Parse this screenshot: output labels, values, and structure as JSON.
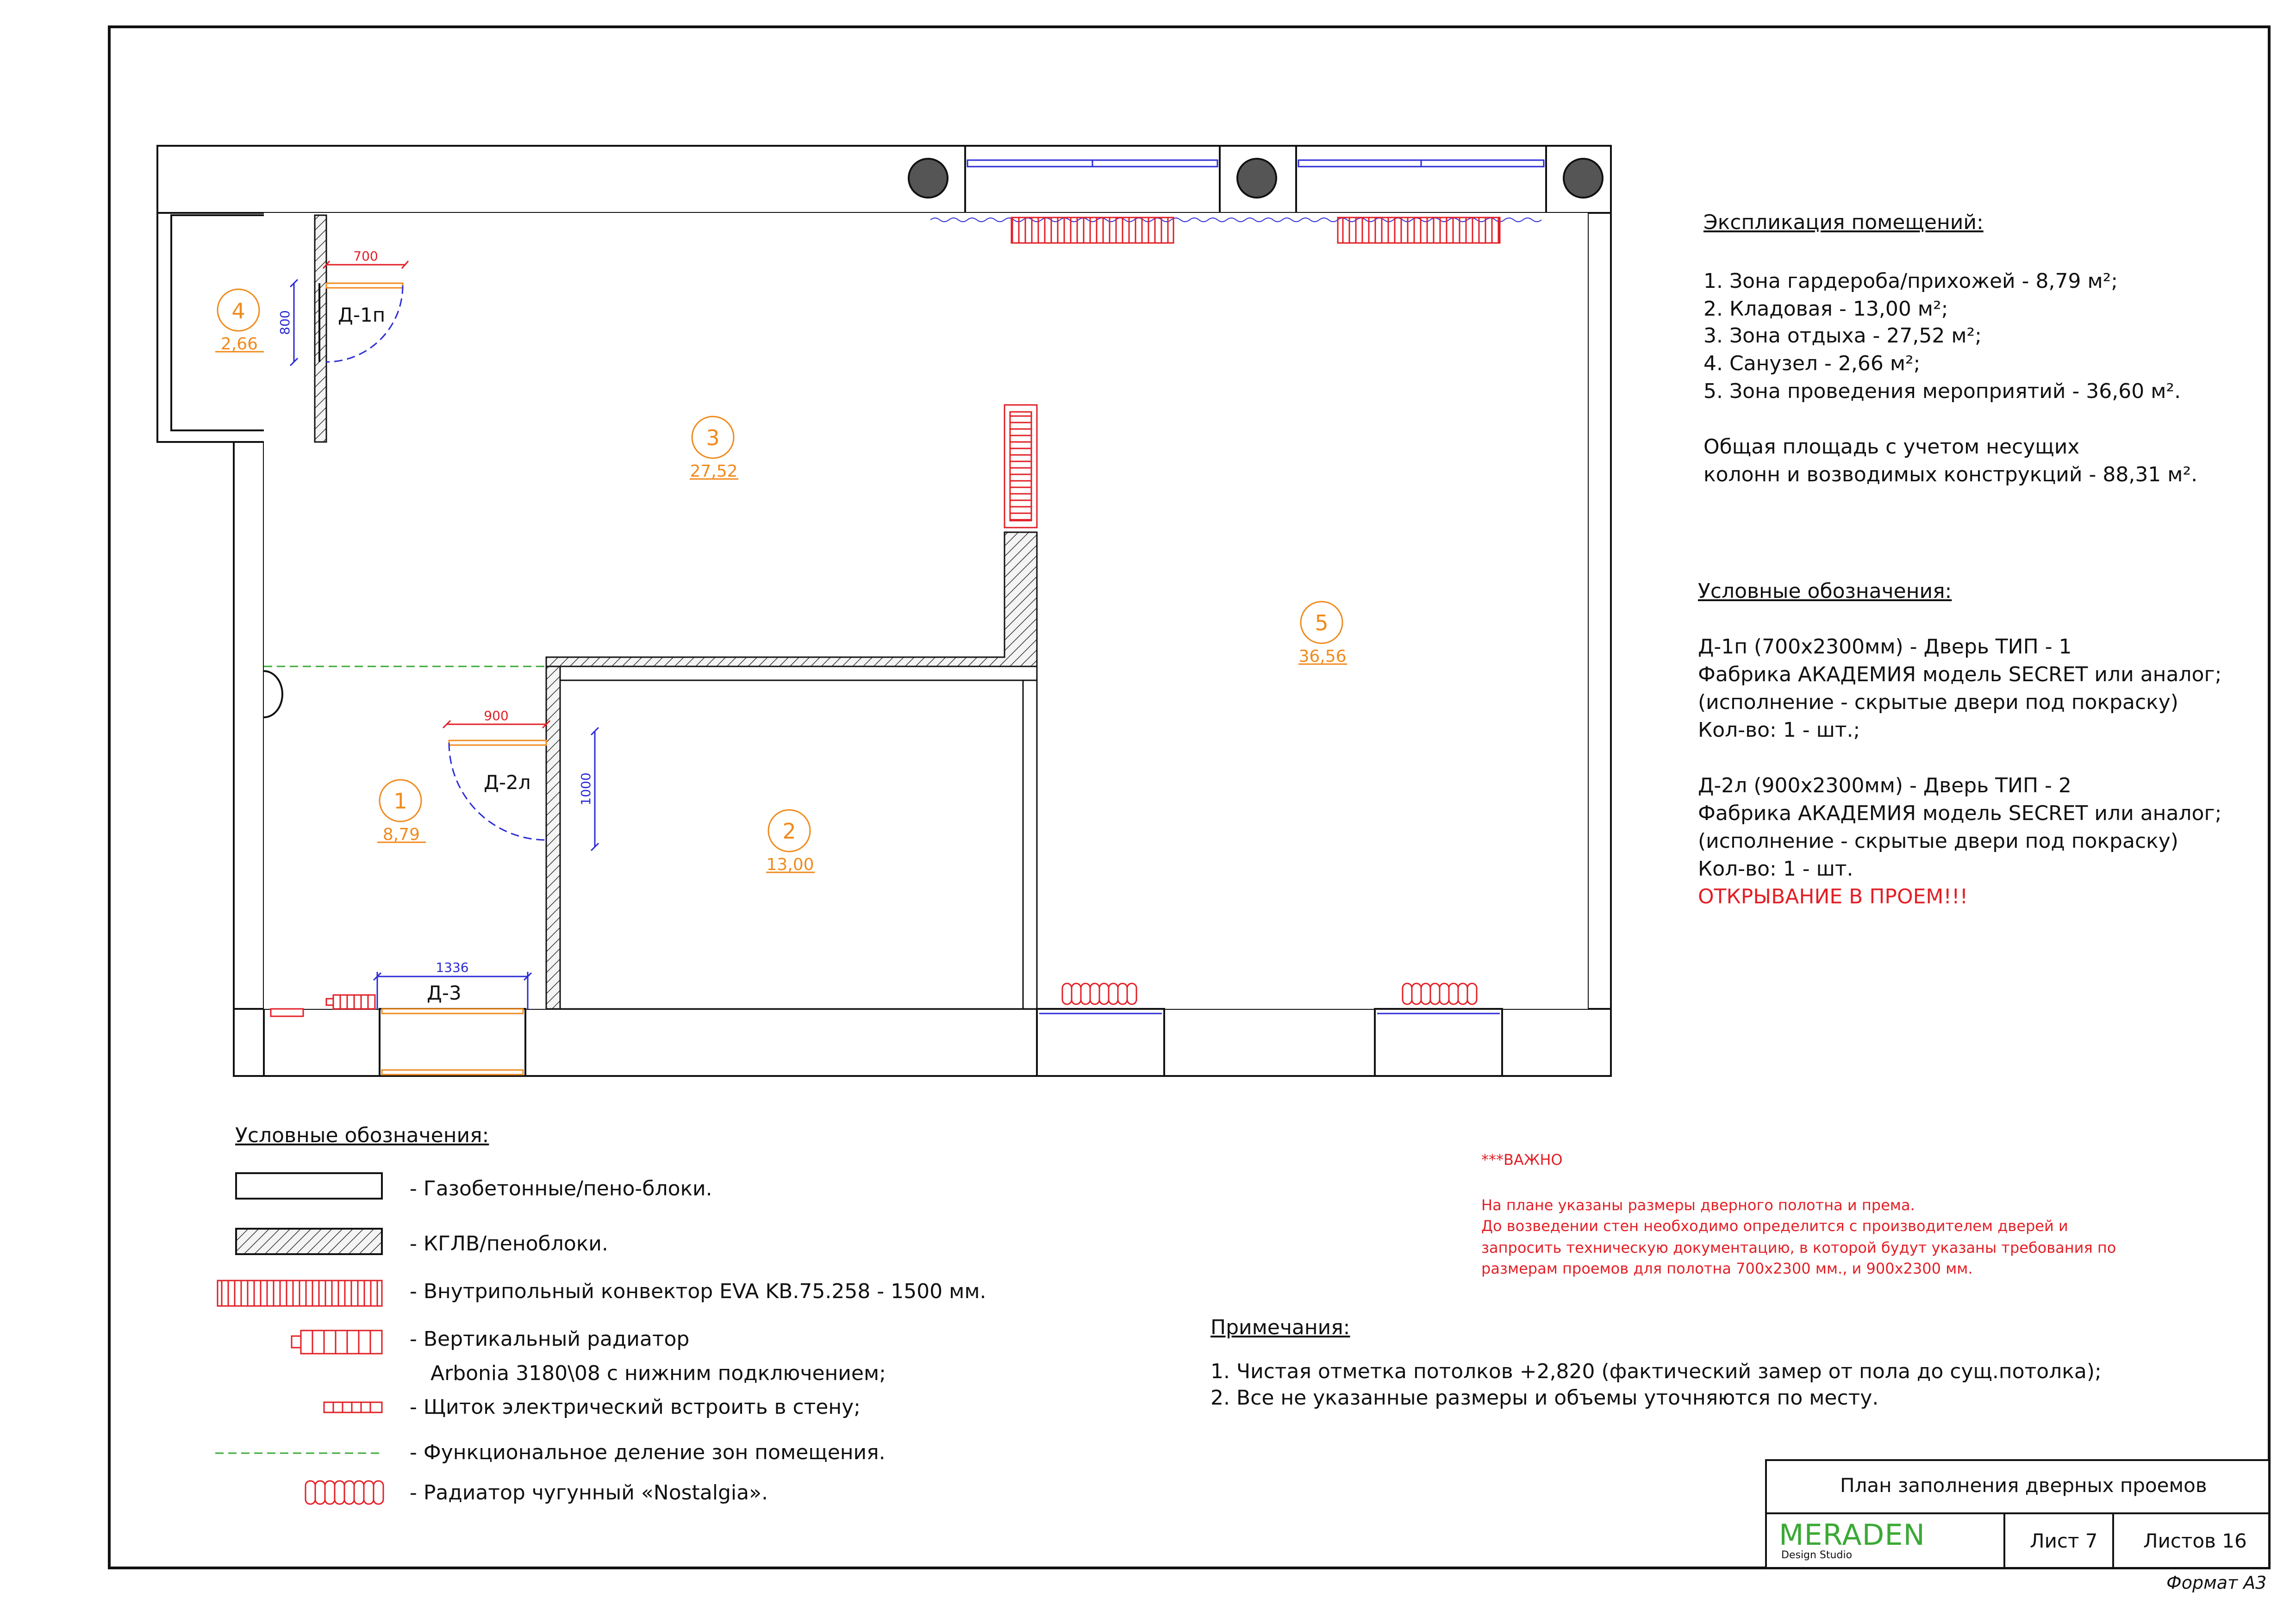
{
  "rooms": [
    {
      "number": "1",
      "area": "8,79"
    },
    {
      "number": "2",
      "area": "13,00"
    },
    {
      "number": "3",
      "area": "27,52"
    },
    {
      "number": "4",
      "area": "2,66"
    },
    {
      "number": "5",
      "area": "36,56"
    }
  ],
  "doors": {
    "d1": {
      "label": "Д-1п",
      "width_dim": "700",
      "depth_dim": "800"
    },
    "d2": {
      "label": "Д-2л",
      "width_dim": "900",
      "depth_dim": "1000"
    },
    "d3": {
      "label": "Д-3",
      "width_dim": "1336"
    }
  },
  "explication": {
    "title": "Экспликация помещений:",
    "items": [
      "1. Зона гардероба/прихожей - 8,79 м²;",
      "2. Кладовая - 13,00 м²;",
      "3. Зона отдыха - 27,52 м²;",
      "4. Санузел - 2,66 м²;",
      "5. Зона проведения мероприятий - 36,60 м²."
    ],
    "total_line1": "Общая площадь с учетом несущих",
    "total_line2": "колонн и возводимых конструкций  - 88,31 м²."
  },
  "door_legend": {
    "title": "Условные обозначения:",
    "lines": [
      "Д-1п (700х2300мм) - Дверь ТИП - 1",
      "Фабрика АКАДЕМИЯ модель SECRET или аналог;",
      "(исполнение - скрытые двери под  покраску)",
      "Кол-во: 1 - шт.;",
      "",
      "Д-2л (900х2300мм) - Дверь ТИП - 2",
      "Фабрика АКАДЕМИЯ модель SECRET или аналог;",
      "(исполнение - скрытые двери под  покраску)",
      "Кол-во: 1 - шт."
    ],
    "warning": "ОТКРЫВАНИЕ В ПРОЕМ!!!"
  },
  "legend": {
    "title": "Условные обозначения:",
    "items": [
      "- Газобетонные/пено-блоки.",
      "- КГЛВ/пеноблоки.",
      "- Внутрипольный конвектор EVA KB.75.258 - 1500 мм.",
      "- Вертикальный радиатор",
      "Arbonia 3180\\08 с нижним подключением;",
      "- Щиток электрический встроить в стену;",
      "- Функциональное деление зон помещения.",
      "- Радиатор чугунный «Nostalgia»."
    ]
  },
  "important": {
    "title": "***ВАЖНО",
    "lines": [
      "На плане указаны размеры дверного полотна и према.",
      "До возведении стен необходимо определится с производителем дверей и",
      "запросить техническую документацию, в которой будут указаны требования по",
      "размерам проемов для полотна 700х2300 мм., и 900х2300 мм."
    ]
  },
  "notes": {
    "title": "Примечания:",
    "lines": [
      "1. Чистая отметка потолков +2,820 (фактический замер от пола до сущ.потолка);",
      "2. Все не указанные размеры и объемы уточняются по месту."
    ]
  },
  "title_block": {
    "drawing_title": "План заполнения дверных проемов",
    "brand": "MERADEN",
    "brand_sub": "Design Studio",
    "sheet": "Лист 7",
    "sheets": "Листов 16"
  },
  "format": "Формат А3",
  "colors": {
    "red": "#e21f26",
    "orange": "#f08a1c",
    "blue": "#2b2bd6",
    "green": "#3aa935",
    "line": "#111111"
  }
}
